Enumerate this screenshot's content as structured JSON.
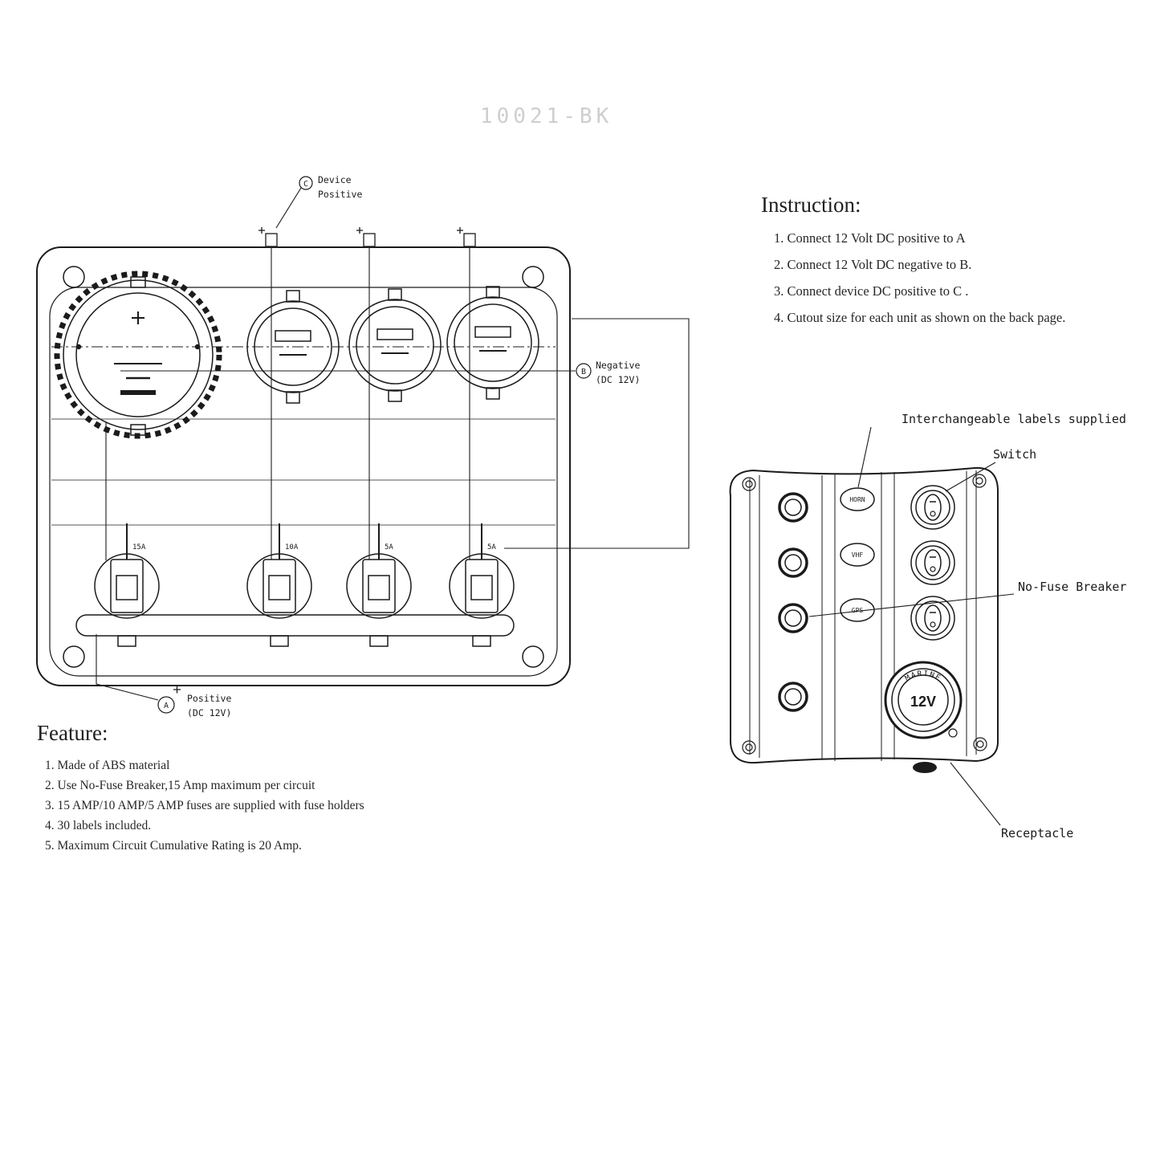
{
  "watermark": "10021-BK",
  "instruction": {
    "title": "Instruction:",
    "items": [
      "1. Connect 12 Volt DC positive to A",
      "2. Connect 12 Volt DC negative to B.",
      "3. Connect device DC positive to  C .",
      "4. Cutout size for each unit as shown on the back page."
    ]
  },
  "feature": {
    "title": "Feature:",
    "items": [
      "1. Made of ABS material",
      "2. Use No-Fuse Breaker,15 Amp maximum per circuit",
      "3. 15 AMP/10 AMP/5 AMP fuses are supplied with fuse holders",
      "4. 30 labels included.",
      "5. Maximum Circuit Cumulative Rating is 20 Amp."
    ]
  },
  "back_view": {
    "device_positive": {
      "terminal": "C",
      "line1": "Device",
      "line2": "Positive"
    },
    "negative": {
      "terminal": "B",
      "line1": "Negative",
      "line2": "(DC 12V)"
    },
    "positive": {
      "terminal": "A",
      "line1": "Positive",
      "line2": "(DC 12V)"
    },
    "fuse_ratings": [
      "15A",
      "10A",
      "5A",
      "5A"
    ]
  },
  "front_view": {
    "labels": [
      "HORN",
      "VHF",
      "GPS"
    ],
    "receptacle": {
      "arc_text": "MARINE",
      "center_text": "12V"
    },
    "annotations": {
      "labels_supplied": "Interchangeable labels supplied",
      "switch": "Switch",
      "no_fuse_breaker": "No-Fuse Breaker",
      "receptacle": "Receptacle"
    }
  }
}
